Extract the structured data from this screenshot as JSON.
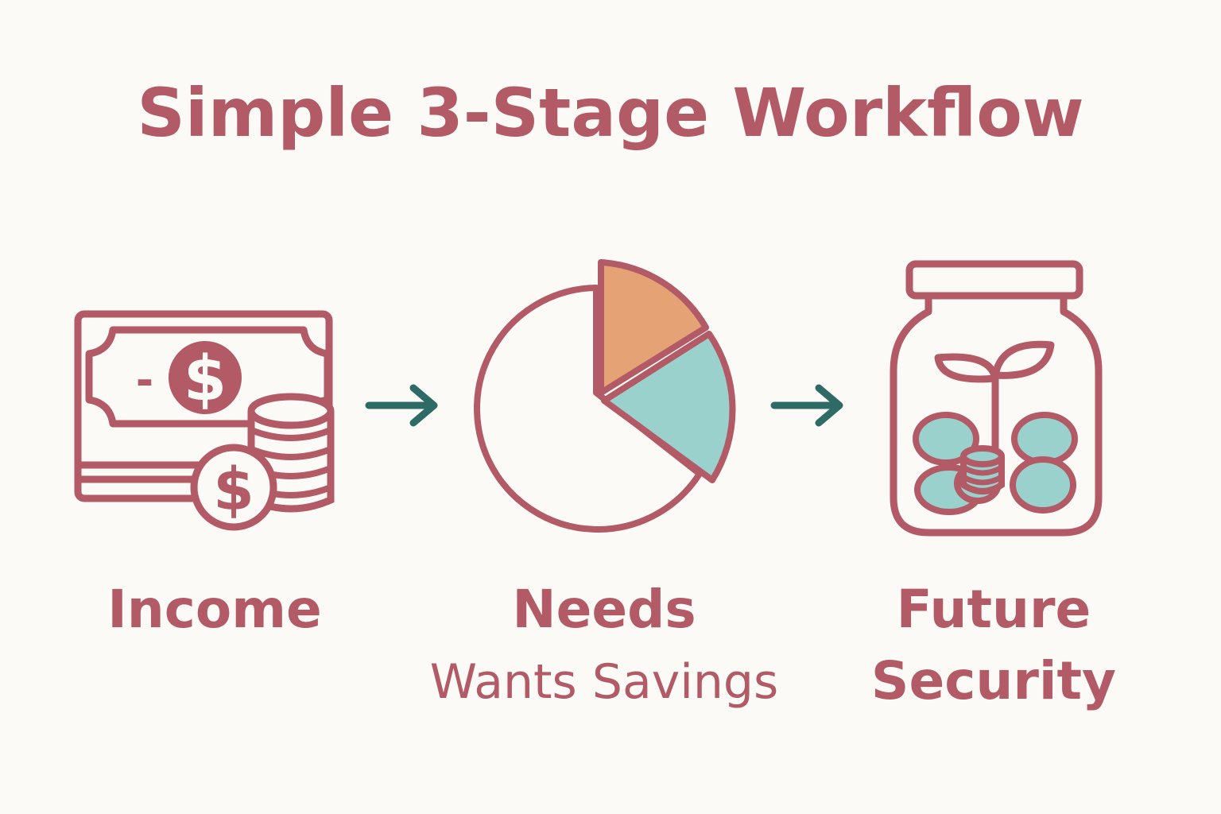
{
  "title": "Simple 3-Stage Workflow",
  "stages": [
    {
      "label": "Income",
      "icon": "money-icon"
    },
    {
      "label": "Needs",
      "sublabel": "Wants Savings",
      "icon": "pie-chart-icon"
    },
    {
      "label_line1": "Future",
      "label_line2": "Security",
      "icon": "savings-jar-icon"
    }
  ],
  "income_icon": {
    "bill_symbol": "$",
    "minus_sign": "-",
    "coin_symbol": "$"
  },
  "colors": {
    "primary": "#b25a66",
    "arrow": "#2f6b66",
    "orange": "#e5a274",
    "teal": "#9bd1cc",
    "background": "#fcfaf6"
  }
}
